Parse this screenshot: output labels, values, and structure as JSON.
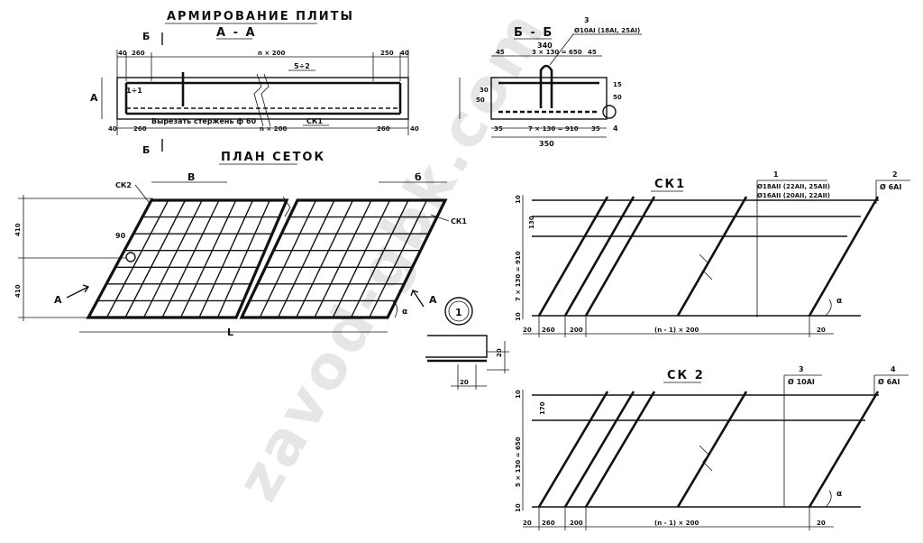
{
  "watermark": "zavod-gbk.com",
  "titles": {
    "main": "АРМИРОВАНИЕ ПЛИТЫ",
    "section_aa": "А - А",
    "section_bb": "Б - Б",
    "plan": "ПЛАН СЕТОК",
    "ck1": "СК1",
    "ck2": "СК 2"
  },
  "section_aa": {
    "cut_mark": "Б",
    "side_mark": "А",
    "top_dims": [
      "40",
      "260",
      "n × 200",
      "250",
      "40"
    ],
    "bottom_dims": [
      "40",
      "260",
      "n × 200",
      "260",
      "40"
    ],
    "note_bottom": "Вырезать стержень ф 60",
    "mesh_label": "СК1",
    "mesh_label_top": "5÷2",
    "small": "1÷1"
  },
  "section_bb": {
    "top_width": "340",
    "top_dims": [
      "45",
      "3 × 130 = 650",
      "45"
    ],
    "callout_num": "3",
    "callout_text": "Ø10АI (18АI, 25АI)",
    "bottom_dims": [
      "35",
      "7 × 130 = 910",
      "35"
    ],
    "total": "350",
    "left_dims": [
      "30",
      "50"
    ],
    "right_dims": [
      "15",
      "50"
    ],
    "detail_num": "4"
  },
  "plan": {
    "labels": {
      "ck2": "СК2",
      "ck1": "СК1",
      "b": "В",
      "six": "б",
      "l": "L",
      "ninety": "90",
      "a_left": "А",
      "a_right": "А",
      "alpha": "α"
    },
    "left_dims": [
      "410",
      "410"
    ]
  },
  "detail_1": {
    "num": "1",
    "dims": [
      "20",
      "20"
    ]
  },
  "ck1": {
    "callout1_num": "1",
    "callout1_lines": [
      "Ø18АII (22АII, 25АII)",
      "Ø16АII (20АII, 22АII)"
    ],
    "callout2_num": "2",
    "callout2_text": "Ø 6АI",
    "left_dims": [
      "10",
      "130",
      "7 × 130 = 910",
      "10"
    ],
    "bottom_dims": [
      "20",
      "260",
      "200",
      "(n - 1) × 200",
      "20"
    ],
    "alpha": "α"
  },
  "ck2": {
    "callout3_num": "3",
    "callout3_text": "Ø 10АI",
    "callout4_num": "4",
    "callout4_text": "Ø 6АI",
    "left_dims": [
      "10",
      "170",
      "5 × 130 = 650",
      "10"
    ],
    "bottom_dims": [
      "20",
      "260",
      "200",
      "(n - 1) × 200",
      "20"
    ],
    "alpha": "α"
  }
}
